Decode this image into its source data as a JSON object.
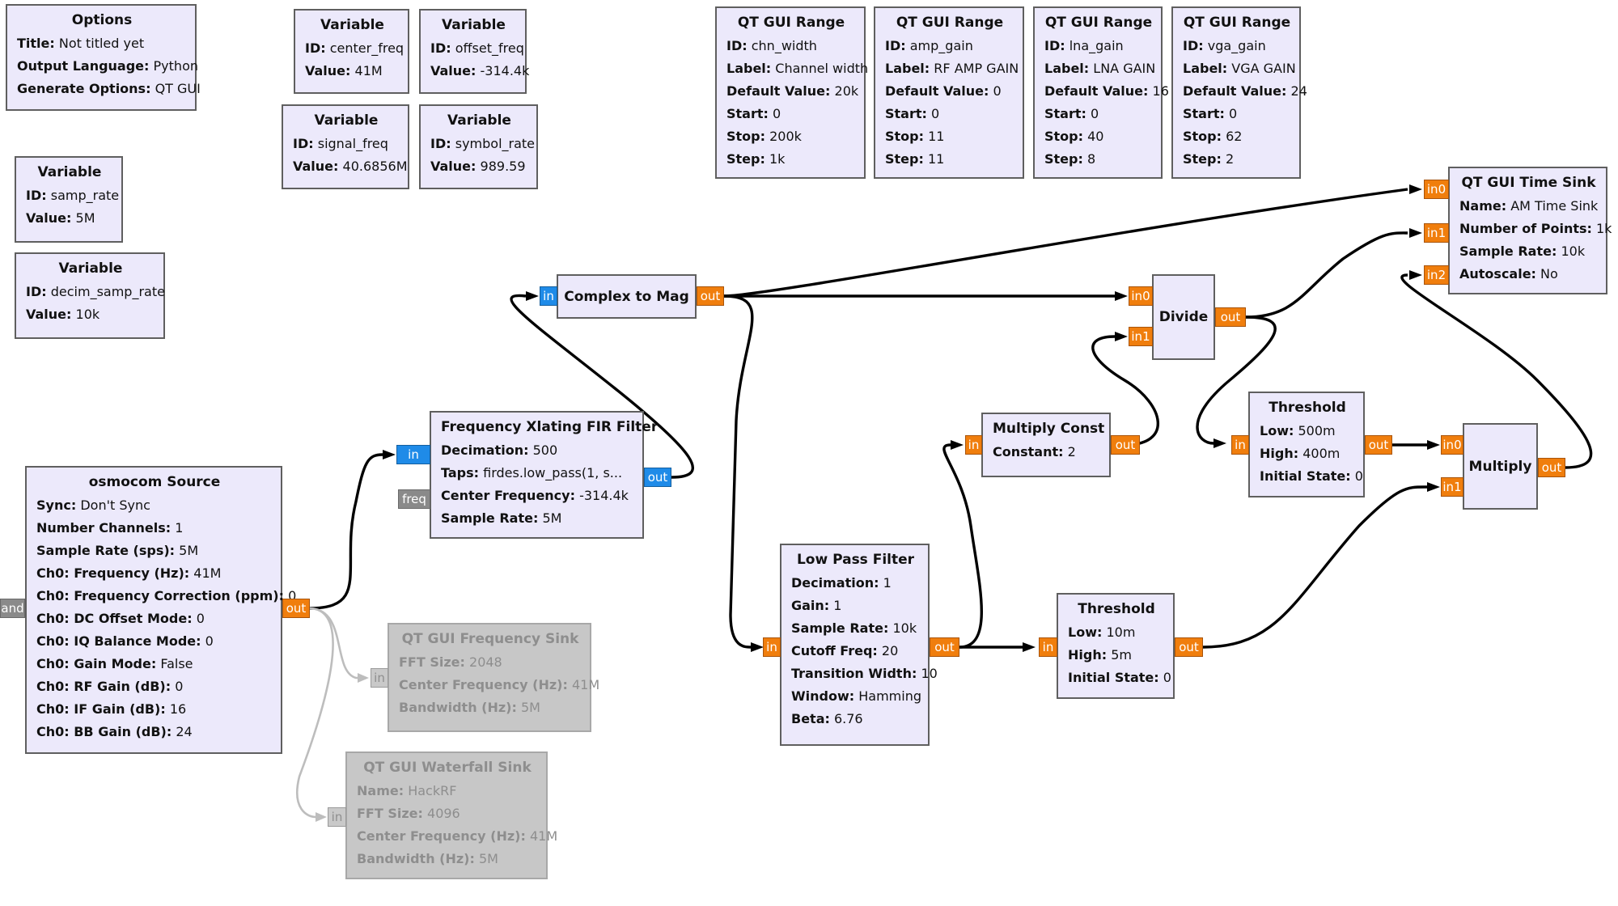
{
  "blocks": {
    "options": {
      "title": "Options",
      "rows": [
        {
          "k": "Title:",
          "v": "Not titled yet"
        },
        {
          "k": "Output Language:",
          "v": "Python"
        },
        {
          "k": "Generate Options:",
          "v": "QT GUI"
        }
      ]
    },
    "var_center_freq": {
      "title": "Variable",
      "rows": [
        {
          "k": "ID:",
          "v": "center_freq"
        },
        {
          "k": "Value:",
          "v": "41M"
        }
      ]
    },
    "var_offset_freq": {
      "title": "Variable",
      "rows": [
        {
          "k": "ID:",
          "v": "offset_freq"
        },
        {
          "k": "Value:",
          "v": "-314.4k"
        }
      ]
    },
    "var_signal_freq": {
      "title": "Variable",
      "rows": [
        {
          "k": "ID:",
          "v": "signal_freq"
        },
        {
          "k": "Value:",
          "v": "40.6856M"
        }
      ]
    },
    "var_symbol_rate": {
      "title": "Variable",
      "rows": [
        {
          "k": "ID:",
          "v": "symbol_rate"
        },
        {
          "k": "Value:",
          "v": "989.59"
        }
      ]
    },
    "var_samp_rate": {
      "title": "Variable",
      "rows": [
        {
          "k": "ID:",
          "v": "samp_rate"
        },
        {
          "k": "Value:",
          "v": "5M"
        }
      ]
    },
    "var_decim_samp_rate": {
      "title": "Variable",
      "rows": [
        {
          "k": "ID:",
          "v": "decim_samp_rate"
        },
        {
          "k": "Value:",
          "v": "10k"
        }
      ]
    },
    "range_chn_width": {
      "title": "QT GUI Range",
      "rows": [
        {
          "k": "ID:",
          "v": "chn_width"
        },
        {
          "k": "Label:",
          "v": "Channel width"
        },
        {
          "k": "Default Value:",
          "v": "20k"
        },
        {
          "k": "Start:",
          "v": "0"
        },
        {
          "k": "Stop:",
          "v": "200k"
        },
        {
          "k": "Step:",
          "v": "1k"
        }
      ]
    },
    "range_amp_gain": {
      "title": "QT GUI Range",
      "rows": [
        {
          "k": "ID:",
          "v": "amp_gain"
        },
        {
          "k": "Label:",
          "v": "RF AMP GAIN"
        },
        {
          "k": "Default Value:",
          "v": "0"
        },
        {
          "k": "Start:",
          "v": "0"
        },
        {
          "k": "Stop:",
          "v": "11"
        },
        {
          "k": "Step:",
          "v": "11"
        }
      ]
    },
    "range_lna_gain": {
      "title": "QT GUI Range",
      "rows": [
        {
          "k": "ID:",
          "v": "lna_gain"
        },
        {
          "k": "Label:",
          "v": "LNA GAIN"
        },
        {
          "k": "Default Value:",
          "v": "16"
        },
        {
          "k": "Start:",
          "v": "0"
        },
        {
          "k": "Stop:",
          "v": "40"
        },
        {
          "k": "Step:",
          "v": "8"
        }
      ]
    },
    "range_vga_gain": {
      "title": "QT GUI Range",
      "rows": [
        {
          "k": "ID:",
          "v": "vga_gain"
        },
        {
          "k": "Label:",
          "v": "VGA GAIN"
        },
        {
          "k": "Default Value:",
          "v": "24"
        },
        {
          "k": "Start:",
          "v": "0"
        },
        {
          "k": "Stop:",
          "v": "62"
        },
        {
          "k": "Step:",
          "v": "2"
        }
      ]
    },
    "time_sink": {
      "title": "QT GUI Time Sink",
      "rows": [
        {
          "k": "Name:",
          "v": "AM Time Sink"
        },
        {
          "k": "Number of Points:",
          "v": "1k"
        },
        {
          "k": "Sample Rate:",
          "v": "10k"
        },
        {
          "k": "Autoscale:",
          "v": "No"
        }
      ],
      "ports": {
        "in0": "in0",
        "in1": "in1",
        "in2": "in2"
      }
    },
    "complex_to_mag": {
      "title": "Complex to Mag",
      "ports": {
        "in": "in",
        "out": "out"
      }
    },
    "divide": {
      "title": "Divide",
      "ports": {
        "in0": "in0",
        "in1": "in1",
        "out": "out"
      }
    },
    "multiply_const": {
      "title": "Multiply Const",
      "rows": [
        {
          "k": "Constant:",
          "v": "2"
        }
      ],
      "ports": {
        "in": "in",
        "out": "out"
      }
    },
    "threshold1": {
      "title": "Threshold",
      "rows": [
        {
          "k": "Low:",
          "v": "500m"
        },
        {
          "k": "High:",
          "v": "400m"
        },
        {
          "k": "Initial State:",
          "v": "0"
        }
      ],
      "ports": {
        "in": "in",
        "out": "out"
      }
    },
    "multiply": {
      "title": "Multiply",
      "ports": {
        "in0": "in0",
        "in1": "in1",
        "out": "out"
      }
    },
    "xlating": {
      "title": "Frequency Xlating FIR Filter",
      "rows": [
        {
          "k": "Decimation:",
          "v": "500"
        },
        {
          "k": "Taps:",
          "v": "firdes.low_pass(1, s..."
        },
        {
          "k": "Center Frequency:",
          "v": "-314.4k"
        },
        {
          "k": "Sample Rate:",
          "v": "5M"
        }
      ],
      "ports": {
        "in": "in",
        "freq": "freq",
        "out": "out"
      }
    },
    "osmocom": {
      "title": "osmocom Source",
      "rows": [
        {
          "k": "Sync:",
          "v": "Don't Sync"
        },
        {
          "k": "Number Channels:",
          "v": "1"
        },
        {
          "k": "Sample Rate (sps):",
          "v": "5M"
        },
        {
          "k": "Ch0: Frequency (Hz):",
          "v": "41M"
        },
        {
          "k": "Ch0: Frequency Correction (ppm):",
          "v": "0"
        },
        {
          "k": "Ch0: DC Offset Mode:",
          "v": "0"
        },
        {
          "k": "Ch0: IQ Balance Mode:",
          "v": "0"
        },
        {
          "k": "Ch0: Gain Mode:",
          "v": "False"
        },
        {
          "k": "Ch0: RF Gain (dB):",
          "v": "0"
        },
        {
          "k": "Ch0: IF Gain (dB):",
          "v": "16"
        },
        {
          "k": "Ch0: BB Gain (dB):",
          "v": "24"
        }
      ],
      "ports": {
        "out": "out",
        "left": "and"
      }
    },
    "freq_sink": {
      "title": "QT GUI Frequency Sink",
      "rows": [
        {
          "k": "FFT Size:",
          "v": "2048"
        },
        {
          "k": "Center Frequency (Hz):",
          "v": "41M"
        },
        {
          "k": "Bandwidth (Hz):",
          "v": "5M"
        }
      ],
      "ports": {
        "in": "in"
      }
    },
    "waterfall_sink": {
      "title": "QT GUI Waterfall Sink",
      "rows": [
        {
          "k": "Name:",
          "v": "HackRF"
        },
        {
          "k": "FFT Size:",
          "v": "4096"
        },
        {
          "k": "Center Frequency (Hz):",
          "v": "41M"
        },
        {
          "k": "Bandwidth (Hz):",
          "v": "5M"
        }
      ],
      "ports": {
        "in": "in"
      }
    },
    "low_pass": {
      "title": "Low Pass Filter",
      "rows": [
        {
          "k": "Decimation:",
          "v": "1"
        },
        {
          "k": "Gain:",
          "v": "1"
        },
        {
          "k": "Sample Rate:",
          "v": "10k"
        },
        {
          "k": "Cutoff Freq:",
          "v": "20"
        },
        {
          "k": "Transition Width:",
          "v": "10"
        },
        {
          "k": "Window:",
          "v": "Hamming"
        },
        {
          "k": "Beta:",
          "v": "6.76"
        }
      ],
      "ports": {
        "in": "in",
        "out": "out"
      }
    },
    "threshold2": {
      "title": "Threshold",
      "rows": [
        {
          "k": "Low:",
          "v": "10m"
        },
        {
          "k": "High:",
          "v": "5m"
        },
        {
          "k": "Initial State:",
          "v": "0"
        }
      ],
      "ports": {
        "in": "in",
        "out": "out"
      }
    }
  },
  "colors": {
    "block_fill": "#ece9fb",
    "block_border": "#5f5f5f",
    "stream_port": "#f07e0d",
    "complex_port": "#1f8be8",
    "message_port": "#8a8a8a",
    "disabled_fill": "#c7c7c7",
    "wire": "#000000",
    "disabled_wire": "#bdbdbd"
  }
}
